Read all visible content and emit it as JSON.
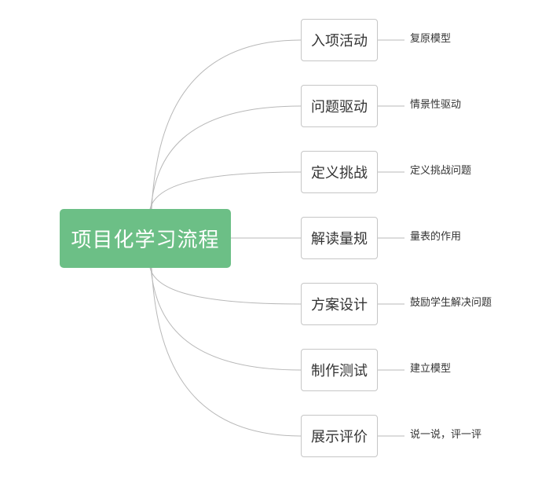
{
  "root": {
    "label": "项目化学习流程",
    "color": "#6cbf86"
  },
  "branches": [
    {
      "label": "入项活动",
      "leaf": "复原模型"
    },
    {
      "label": "问题驱动",
      "leaf": "情景性驱动"
    },
    {
      "label": "定义挑战",
      "leaf": "定义挑战问题"
    },
    {
      "label": "解读量规",
      "leaf": "量表的作用"
    },
    {
      "label": "方案设计",
      "leaf": "鼓励学生解决问题"
    },
    {
      "label": "制作测试",
      "leaf": "建立模型"
    },
    {
      "label": "展示评价",
      "leaf": "说一说，评一评"
    }
  ],
  "colors": {
    "connector": "#b8b8b8",
    "node_border": "#c6c6c6",
    "text": "#333333"
  }
}
